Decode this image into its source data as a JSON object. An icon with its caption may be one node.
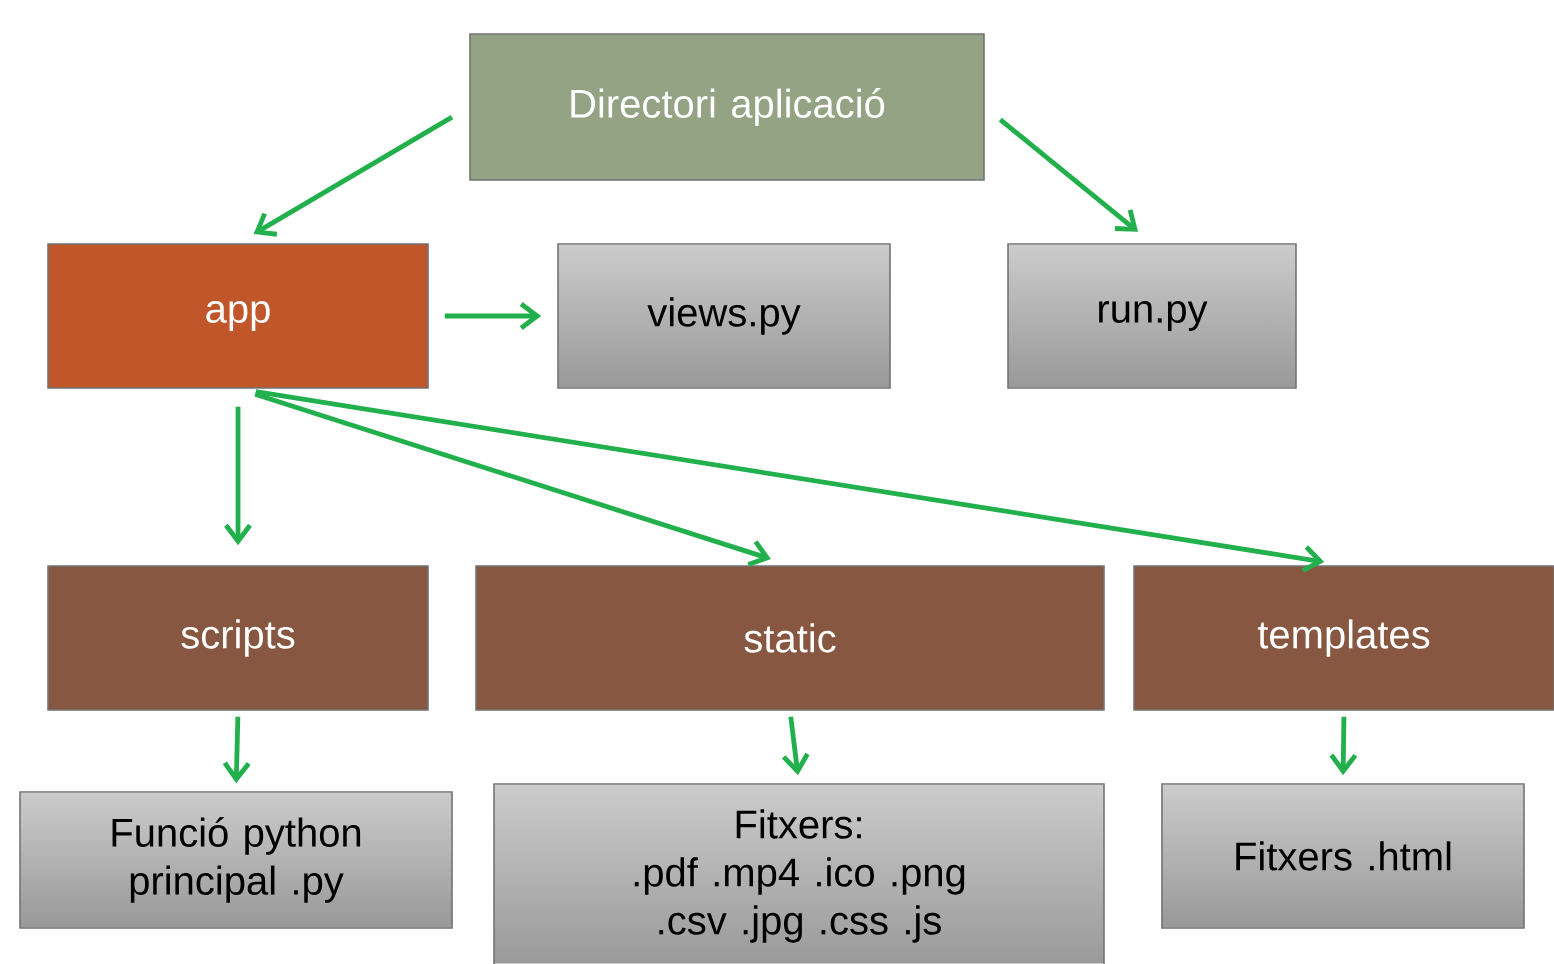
{
  "diagram": {
    "nodes": [
      {
        "text": [
          "Directori aplicació"
        ]
      },
      {
        "text": [
          "app"
        ]
      },
      {
        "text": [
          "views.py"
        ]
      },
      {
        "text": [
          "run.py"
        ]
      },
      {
        "text": [
          "scripts"
        ]
      },
      {
        "text": [
          "static"
        ]
      },
      {
        "text": [
          "templates"
        ]
      },
      {
        "text": [
          "Funció python principal .py"
        ]
      },
      {
        "text": [
          "Fitxers:",
          ".pdf .mp4 .ico .png .csv .jpg .css .js"
        ]
      },
      {
        "text": [
          "Fitxers .html"
        ]
      }
    ],
    "edges": [
      {
        "from": 0,
        "to": 1,
        "arrow": "to"
      },
      {
        "from": 0,
        "to": 3,
        "arrow": "to"
      },
      {
        "from": 1,
        "to": 2,
        "arrow": "to"
      },
      {
        "from": 1,
        "to": 4,
        "arrow": "to"
      },
      {
        "from": 1,
        "to": 5,
        "arrow": "to"
      },
      {
        "from": 1,
        "to": 6,
        "arrow": "to"
      },
      {
        "from": 4,
        "to": 7,
        "arrow": "to"
      },
      {
        "from": 5,
        "to": 8,
        "arrow": "to"
      },
      {
        "from": 6,
        "to": 9,
        "arrow": "to"
      }
    ]
  }
}
